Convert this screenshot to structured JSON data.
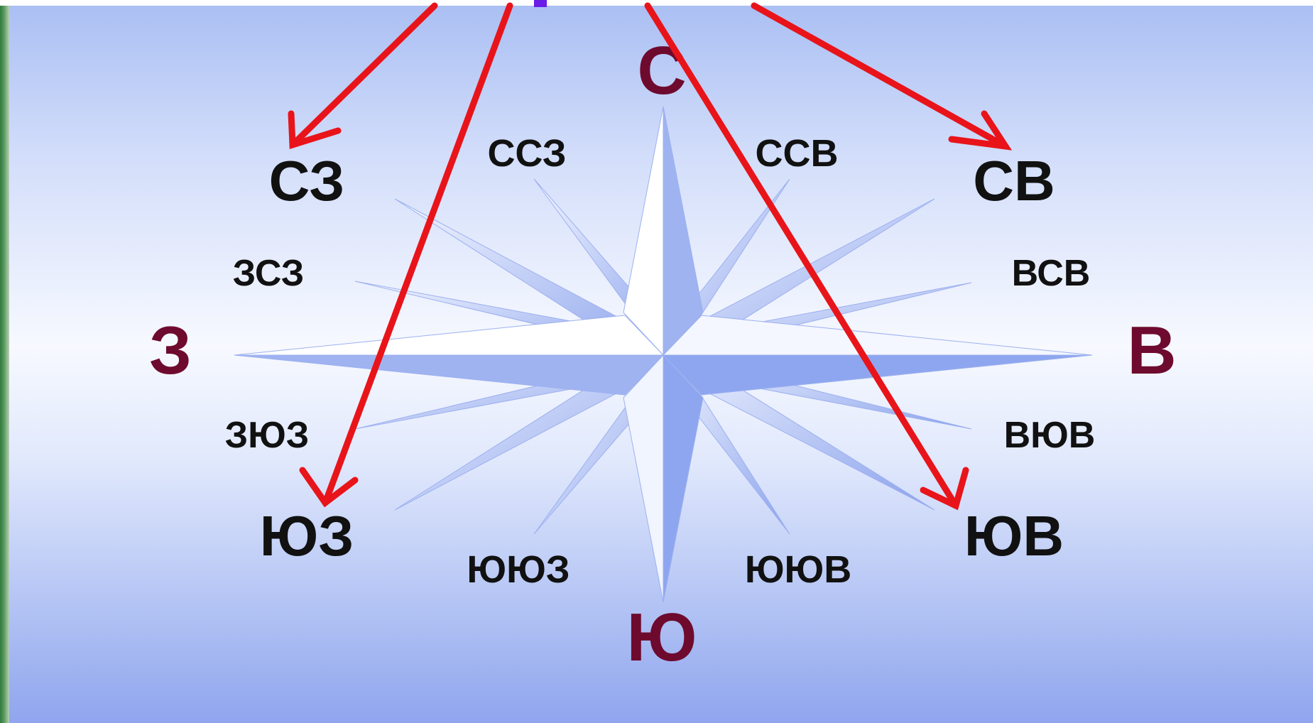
{
  "directions": {
    "cardinal": {
      "north": "С",
      "south": "Ю",
      "west": "З",
      "east": "В"
    },
    "intercardinal": {
      "northwest": "СЗ",
      "northeast": "СВ",
      "southwest": "ЮЗ",
      "southeast": "ЮВ"
    },
    "secondary": {
      "nnw": "ССЗ",
      "nne": "ССВ",
      "wnw": "ЗСЗ",
      "ene": "ВСВ",
      "wsw": "ЗЮЗ",
      "ese": "ВЮВ",
      "ssw": "ЮЮЗ",
      "sse": "ЮЮВ"
    }
  },
  "colors": {
    "cardinal_text": "#6e0a2e",
    "intercardinal_text": "#111111",
    "arrow": "#e8141a",
    "rose_light": "#ffffff",
    "rose_dark": "#8ea6ef"
  },
  "arrows": {
    "count": 4,
    "targets": [
      "СЗ",
      "ЮЗ",
      "ЮВ",
      "СВ"
    ]
  }
}
